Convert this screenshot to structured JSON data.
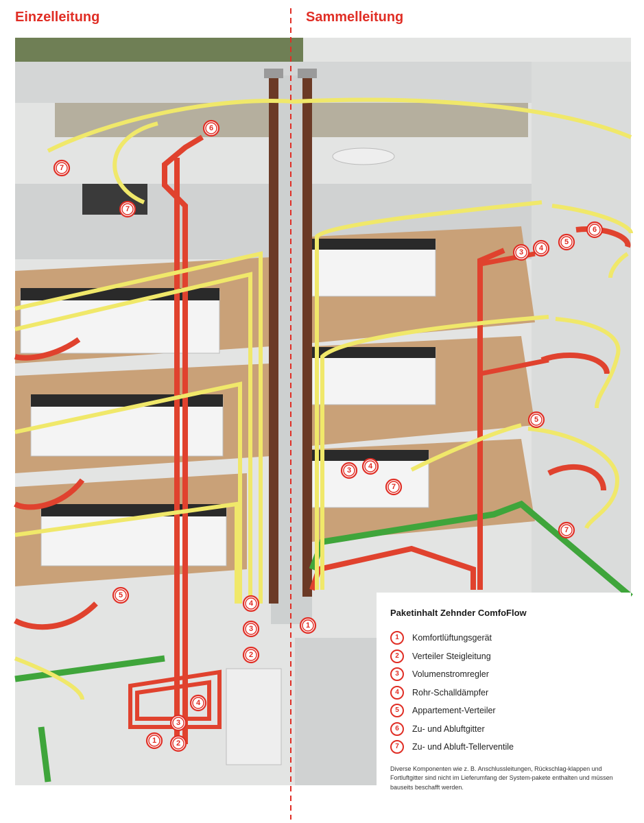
{
  "headings": {
    "left": "Einzelleitung",
    "right": "Sammelleitung"
  },
  "colors": {
    "accent": "#e02e25",
    "supply_duct": "#e0422e",
    "extract_duct": "#f0e86a",
    "riser_exhaust": "#6b3a26",
    "outdoor_air": "#3fa53b",
    "structure": "#e6e7e6",
    "floor_wood": "#c9a178"
  },
  "legend": {
    "title": "Paketinhalt Zehnder ComfoFlow",
    "items": [
      {
        "num": "1",
        "label": "Komfortlüftungsgerät"
      },
      {
        "num": "2",
        "label": "Verteiler Steigleitung"
      },
      {
        "num": "3",
        "label": "Volumenstromregler"
      },
      {
        "num": "4",
        "label": "Rohr-Schalldämpfer"
      },
      {
        "num": "5",
        "label": "Appartement-Verteiler"
      },
      {
        "num": "6",
        "label": "Zu- und Abluftgitter"
      },
      {
        "num": "7",
        "label": "Zu- und Abluft-Tellerventile"
      }
    ],
    "note": "Diverse Komponenten wie z. B. Anschlussleitungen, Rückschlag-klappen und Fortluftgitter sind nicht im Lieferumfang der System-pakete enthalten und müssen bauseits beschafft werden."
  },
  "badges": [
    "1",
    "2",
    "3",
    "4",
    "5",
    "6",
    "7"
  ]
}
